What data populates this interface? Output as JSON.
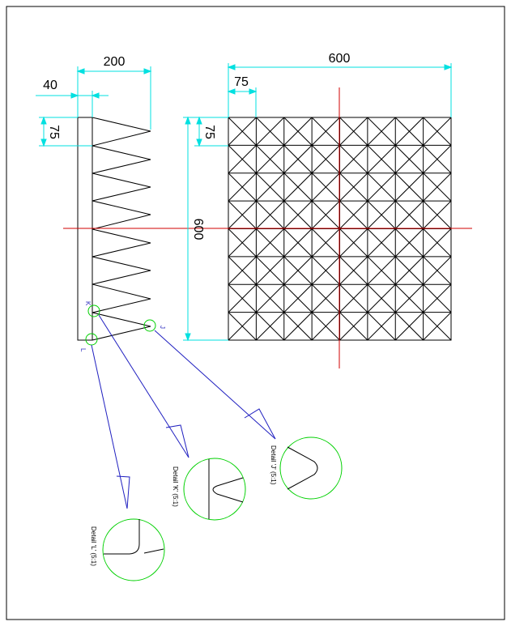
{
  "dimensions": {
    "profile_width": "200",
    "profile_depth": "40",
    "profile_pitch": "75",
    "grid_width": "600",
    "grid_cell": "75",
    "grid_cell_vertical": "75",
    "grid_height": "600"
  },
  "markers": {
    "k": "K",
    "l": "L",
    "j": "J"
  },
  "details": {
    "j": "Detail 'J' (5:1)",
    "k": "Detail 'K' (5:1)",
    "l": "Detail 'L' (5:1)"
  },
  "colors": {
    "geometry": "#000000",
    "dimension": "#00e0e0",
    "centerline": "#d00000",
    "leader": "#2020c0",
    "detail_circle": "#00d000"
  }
}
